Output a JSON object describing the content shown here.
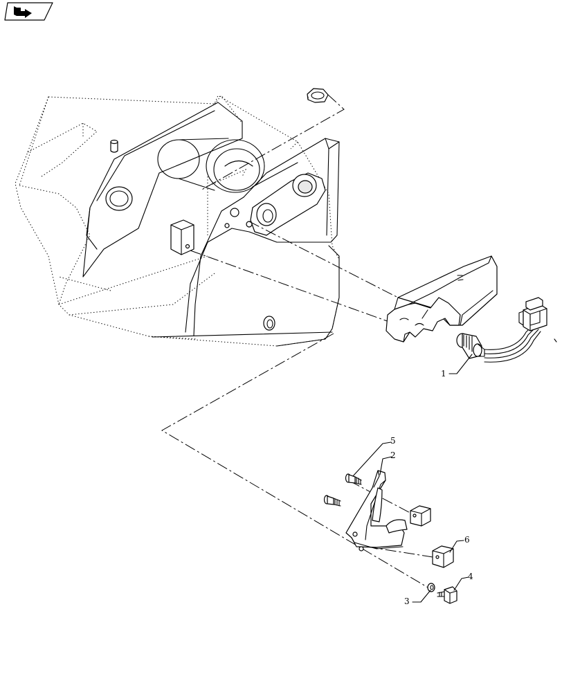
{
  "header": {
    "nav_icon": "page-flip-arrow-icon"
  },
  "callouts": [
    {
      "id": "1",
      "label": "1"
    },
    {
      "id": "2",
      "label": "2"
    },
    {
      "id": "3",
      "label": "3"
    },
    {
      "id": "4",
      "label": "4"
    },
    {
      "id": "5",
      "label": "5"
    },
    {
      "id": "6",
      "label": "6"
    }
  ],
  "colors": {
    "line": "#000000",
    "background": "#ffffff",
    "shade": "#e9e9e9"
  }
}
